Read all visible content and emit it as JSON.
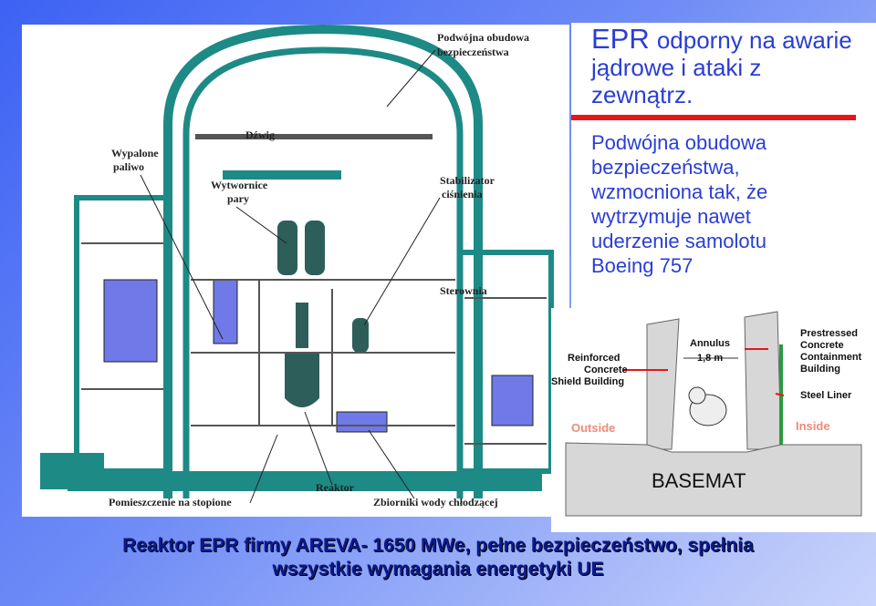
{
  "diagram": {
    "labels": {
      "double_containment": "Podwójna obudowa\nbezpieczeństwa",
      "crane": "Dźwig",
      "spent_fuel": "Wypalone\npaliwo",
      "steam_generators": "Wytwornice\npary",
      "pressurizer": "Stabilizator\nciśnienia",
      "control_room": "Sterownia",
      "reactor": "Reaktor",
      "core_catcher": "Pomieszczenie na stopione",
      "cooling_tanks": "Zbiorniki wody chłodzącej"
    },
    "colors": {
      "structure": "#1d8a86",
      "pools": "#6f79e8"
    }
  },
  "textpanel": {
    "title_epr": "EPR",
    "title_rest": "odporny na awarie jądrowe i ataki z zewnątrz.",
    "description": "Podwójna obudowa\nbezpieczeństwa,\nwzmocniona tak, że\nwytrzymuje nawet\nuderzenie  samolotu\nBoeing 757"
  },
  "wall_diagram": {
    "annulus": "Annulus",
    "annulus_width": "1,8 m",
    "reinforced": "Reinforced\nConcrete\nShield Building",
    "prestressed": "Prestressed\nConcrete\nContainment\nBuilding",
    "steel_liner": "Steel Liner",
    "outside": "Outside",
    "inside": "Inside",
    "basemat": "BASEMAT"
  },
  "caption": "Reaktor EPR firmy AREVA- 1650 MWe, pełne bezpieczeństwo,  spełnia\nwszystkie wymagania  energetyki UE",
  "colors": {
    "title": "#2a3ed4",
    "accent_line": "#e8151b",
    "caption": "#0b1a8c"
  }
}
